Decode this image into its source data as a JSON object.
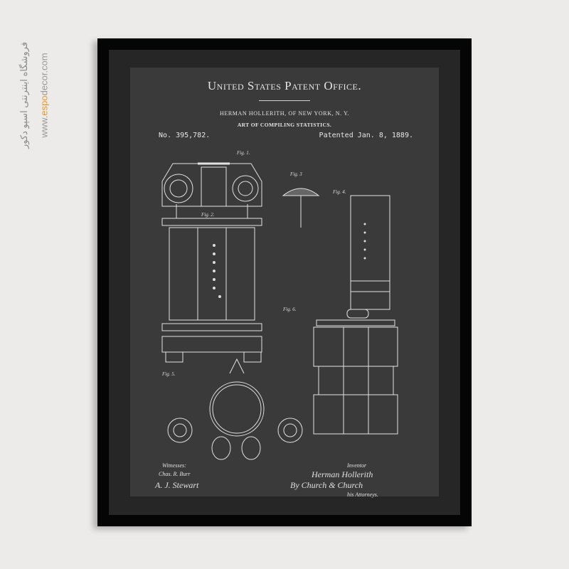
{
  "watermark": {
    "persian": "فروشگاه اینترنتی اسپو دکور",
    "url_prefix": "www.",
    "url_brand": "espo",
    "url_suffix": "decor.com"
  },
  "poster": {
    "title": "United States Patent Office.",
    "inventor": "HERMAN HOLLERITH, OF NEW YORK, N. Y.",
    "subject": "ART OF COMPILING STATISTICS.",
    "patent_number": "No. 395,782.",
    "patent_date": "Patented Jan. 8, 1889.",
    "figures": [
      "Fig. 1.",
      "Fig. 2.",
      "Fig. 3",
      "Fig. 4.",
      "Fig. 5.",
      "Fig. 6."
    ],
    "witnesses_label": "Witnesses:",
    "witness_1": "Chas. R. Burr",
    "witness_2": "A. J. Stewart",
    "inventor_label": "Inventor",
    "inventor_signature": "Herman Hollerith",
    "attorneys_line": "By Church & Church",
    "attorneys_label": "his Attorneys."
  }
}
